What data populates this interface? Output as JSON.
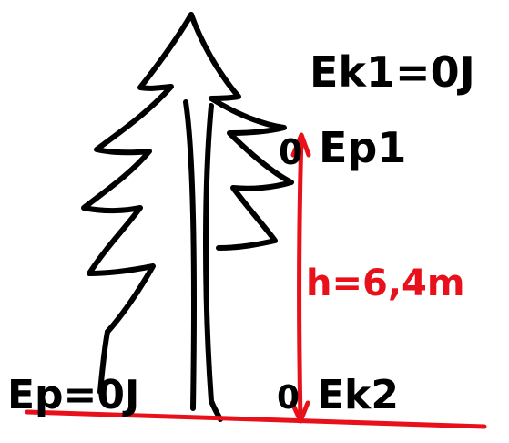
{
  "labels": {
    "ek1": "Ek1=0J",
    "ep1": "Ep1",
    "height": "h=6,4m",
    "ep_ground": "Ep=0J",
    "ek2": "Ek2"
  },
  "colors": {
    "ink": "#000000",
    "accent": "#e8111b",
    "background": "#ffffff"
  }
}
